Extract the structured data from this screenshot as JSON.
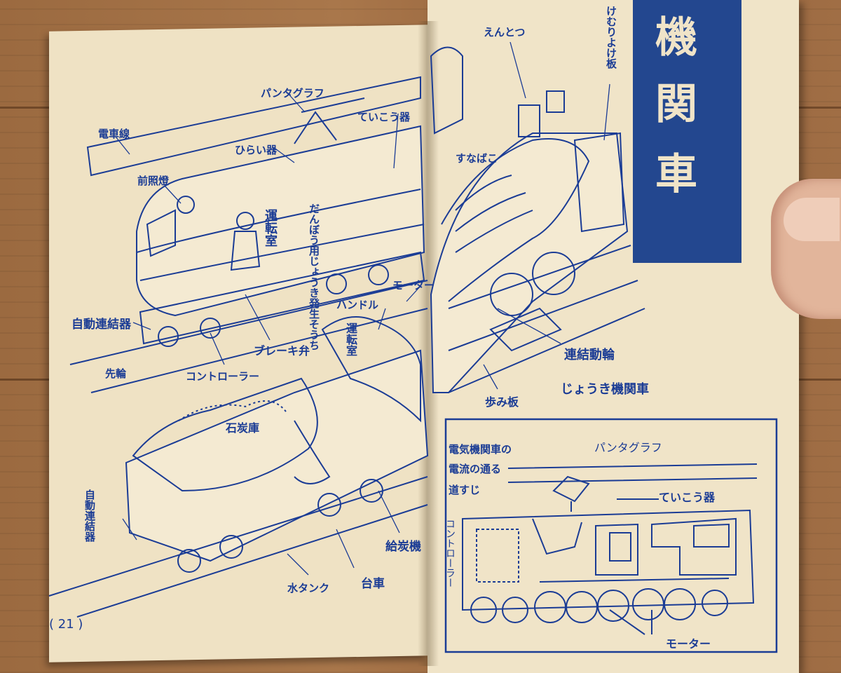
{
  "left_page": {
    "page_number": "( 21 )",
    "labels": {
      "pantograph": "パンタグラフ",
      "overhead_wire": "電車線",
      "lightning_arrester": "ひらい器",
      "resistor": "ていこう器",
      "headlight": "前照燈",
      "cab": "運転室",
      "heater_steam_generator": "だんぼう用じょうき発生そうち",
      "motor": "モーター",
      "auto_coupler": "自動連結器",
      "brake_valve": "ブレーキ弁",
      "leading_wheel": "先輪",
      "controller": "コントローラー",
      "handle": "ハンドル",
      "tender_cab": "運転室",
      "coal_bunker": "石炭庫",
      "tender_coupler": "自動連結器",
      "stoker": "給炭機",
      "water_tank": "水タンク",
      "bogie": "台車"
    }
  },
  "right_page": {
    "title_chars": [
      "機",
      "関",
      "車"
    ],
    "labels": {
      "chimney": "えんとつ",
      "smoke_deflector": "けむりよけ板",
      "sandbox": "すなばこ",
      "coupled_driving_wheel": "連結動輪",
      "running_board": "歩み板",
      "steam_locomotive": "じょうき機関車"
    },
    "inset": {
      "caption": [
        "電気機関車の",
        "電流の通る",
        "道すじ"
      ],
      "pantograph": "パンタグラフ",
      "resistor": "ていこう器",
      "controller": "コントローラー",
      "motor": "モーター"
    }
  },
  "colors": {
    "ink": "#1b3c95",
    "paper": "#f0e4c8",
    "title_band": "#23478f",
    "wood": "#9b6a40"
  }
}
